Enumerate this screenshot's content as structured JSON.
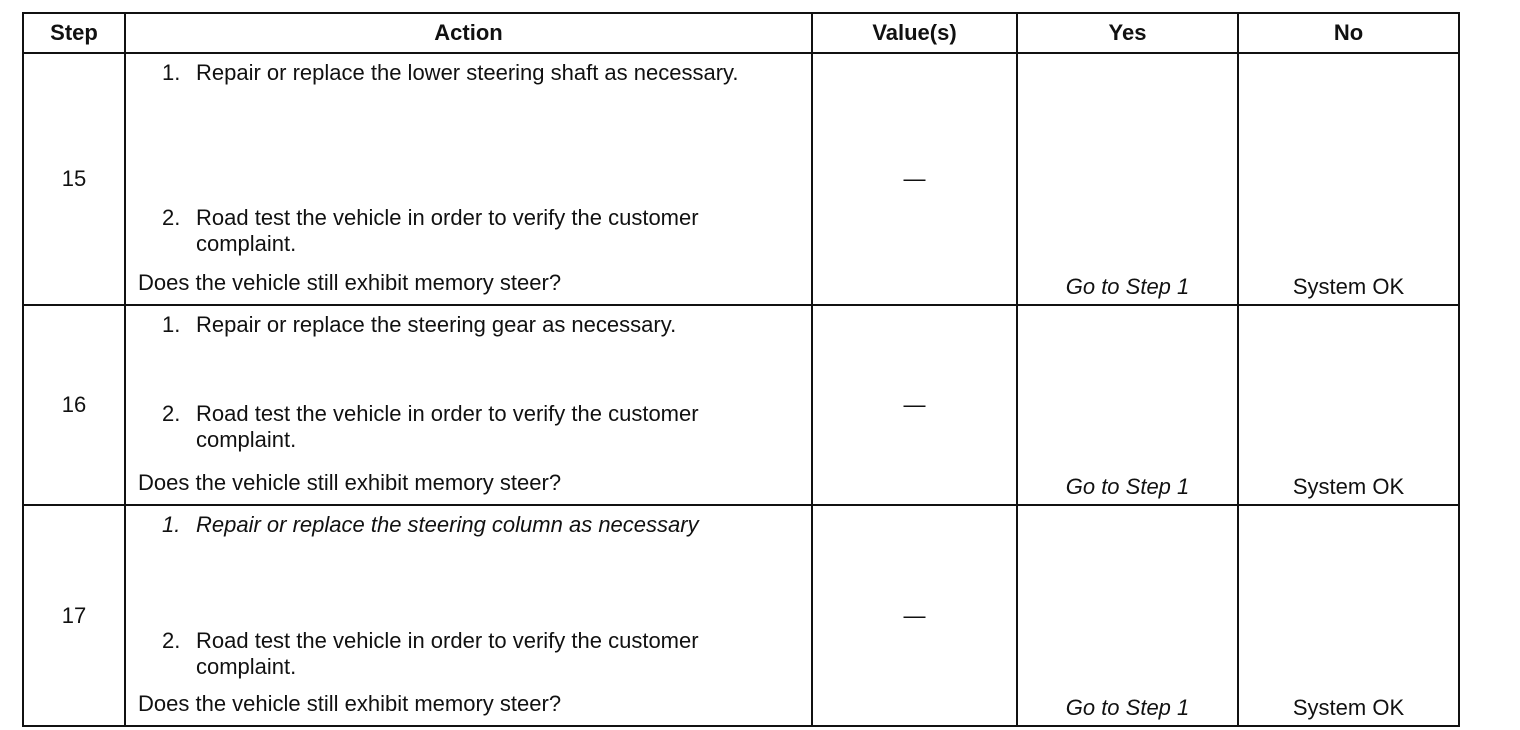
{
  "table": {
    "headers": {
      "step": "Step",
      "action": "Action",
      "values": "Value(s)",
      "yes": "Yes",
      "no": "No"
    },
    "rows": [
      {
        "step": "15",
        "item1_num": "1.",
        "item1_text": "Repair or replace the lower steering shaft as necessary.",
        "item2_num": "2.",
        "item2_text": "Road test the vehicle in order to verify the customer complaint.",
        "question": "Does the vehicle still exhibit memory steer?",
        "value": "—",
        "yes": "Go to Step 1",
        "no": "System OK"
      },
      {
        "step": "16",
        "item1_num": "1.",
        "item1_text": "Repair or replace the steering gear as necessary.",
        "item2_num": "2.",
        "item2_text": "Road test the vehicle in order to verify the customer complaint.",
        "question": "Does the vehicle still exhibit memory steer?",
        "value": "—",
        "yes": "Go to Step 1",
        "no": "System OK"
      },
      {
        "step": "17",
        "item1_num": "1.",
        "item1_text": "Repair or replace the steering column as necessary",
        "item2_num": "2.",
        "item2_text": "Road test the vehicle in order to verify the customer complaint.",
        "question": "Does the vehicle still exhibit memory steer?",
        "value": "—",
        "yes": "Go to Step 1",
        "no": "System OK"
      }
    ]
  }
}
